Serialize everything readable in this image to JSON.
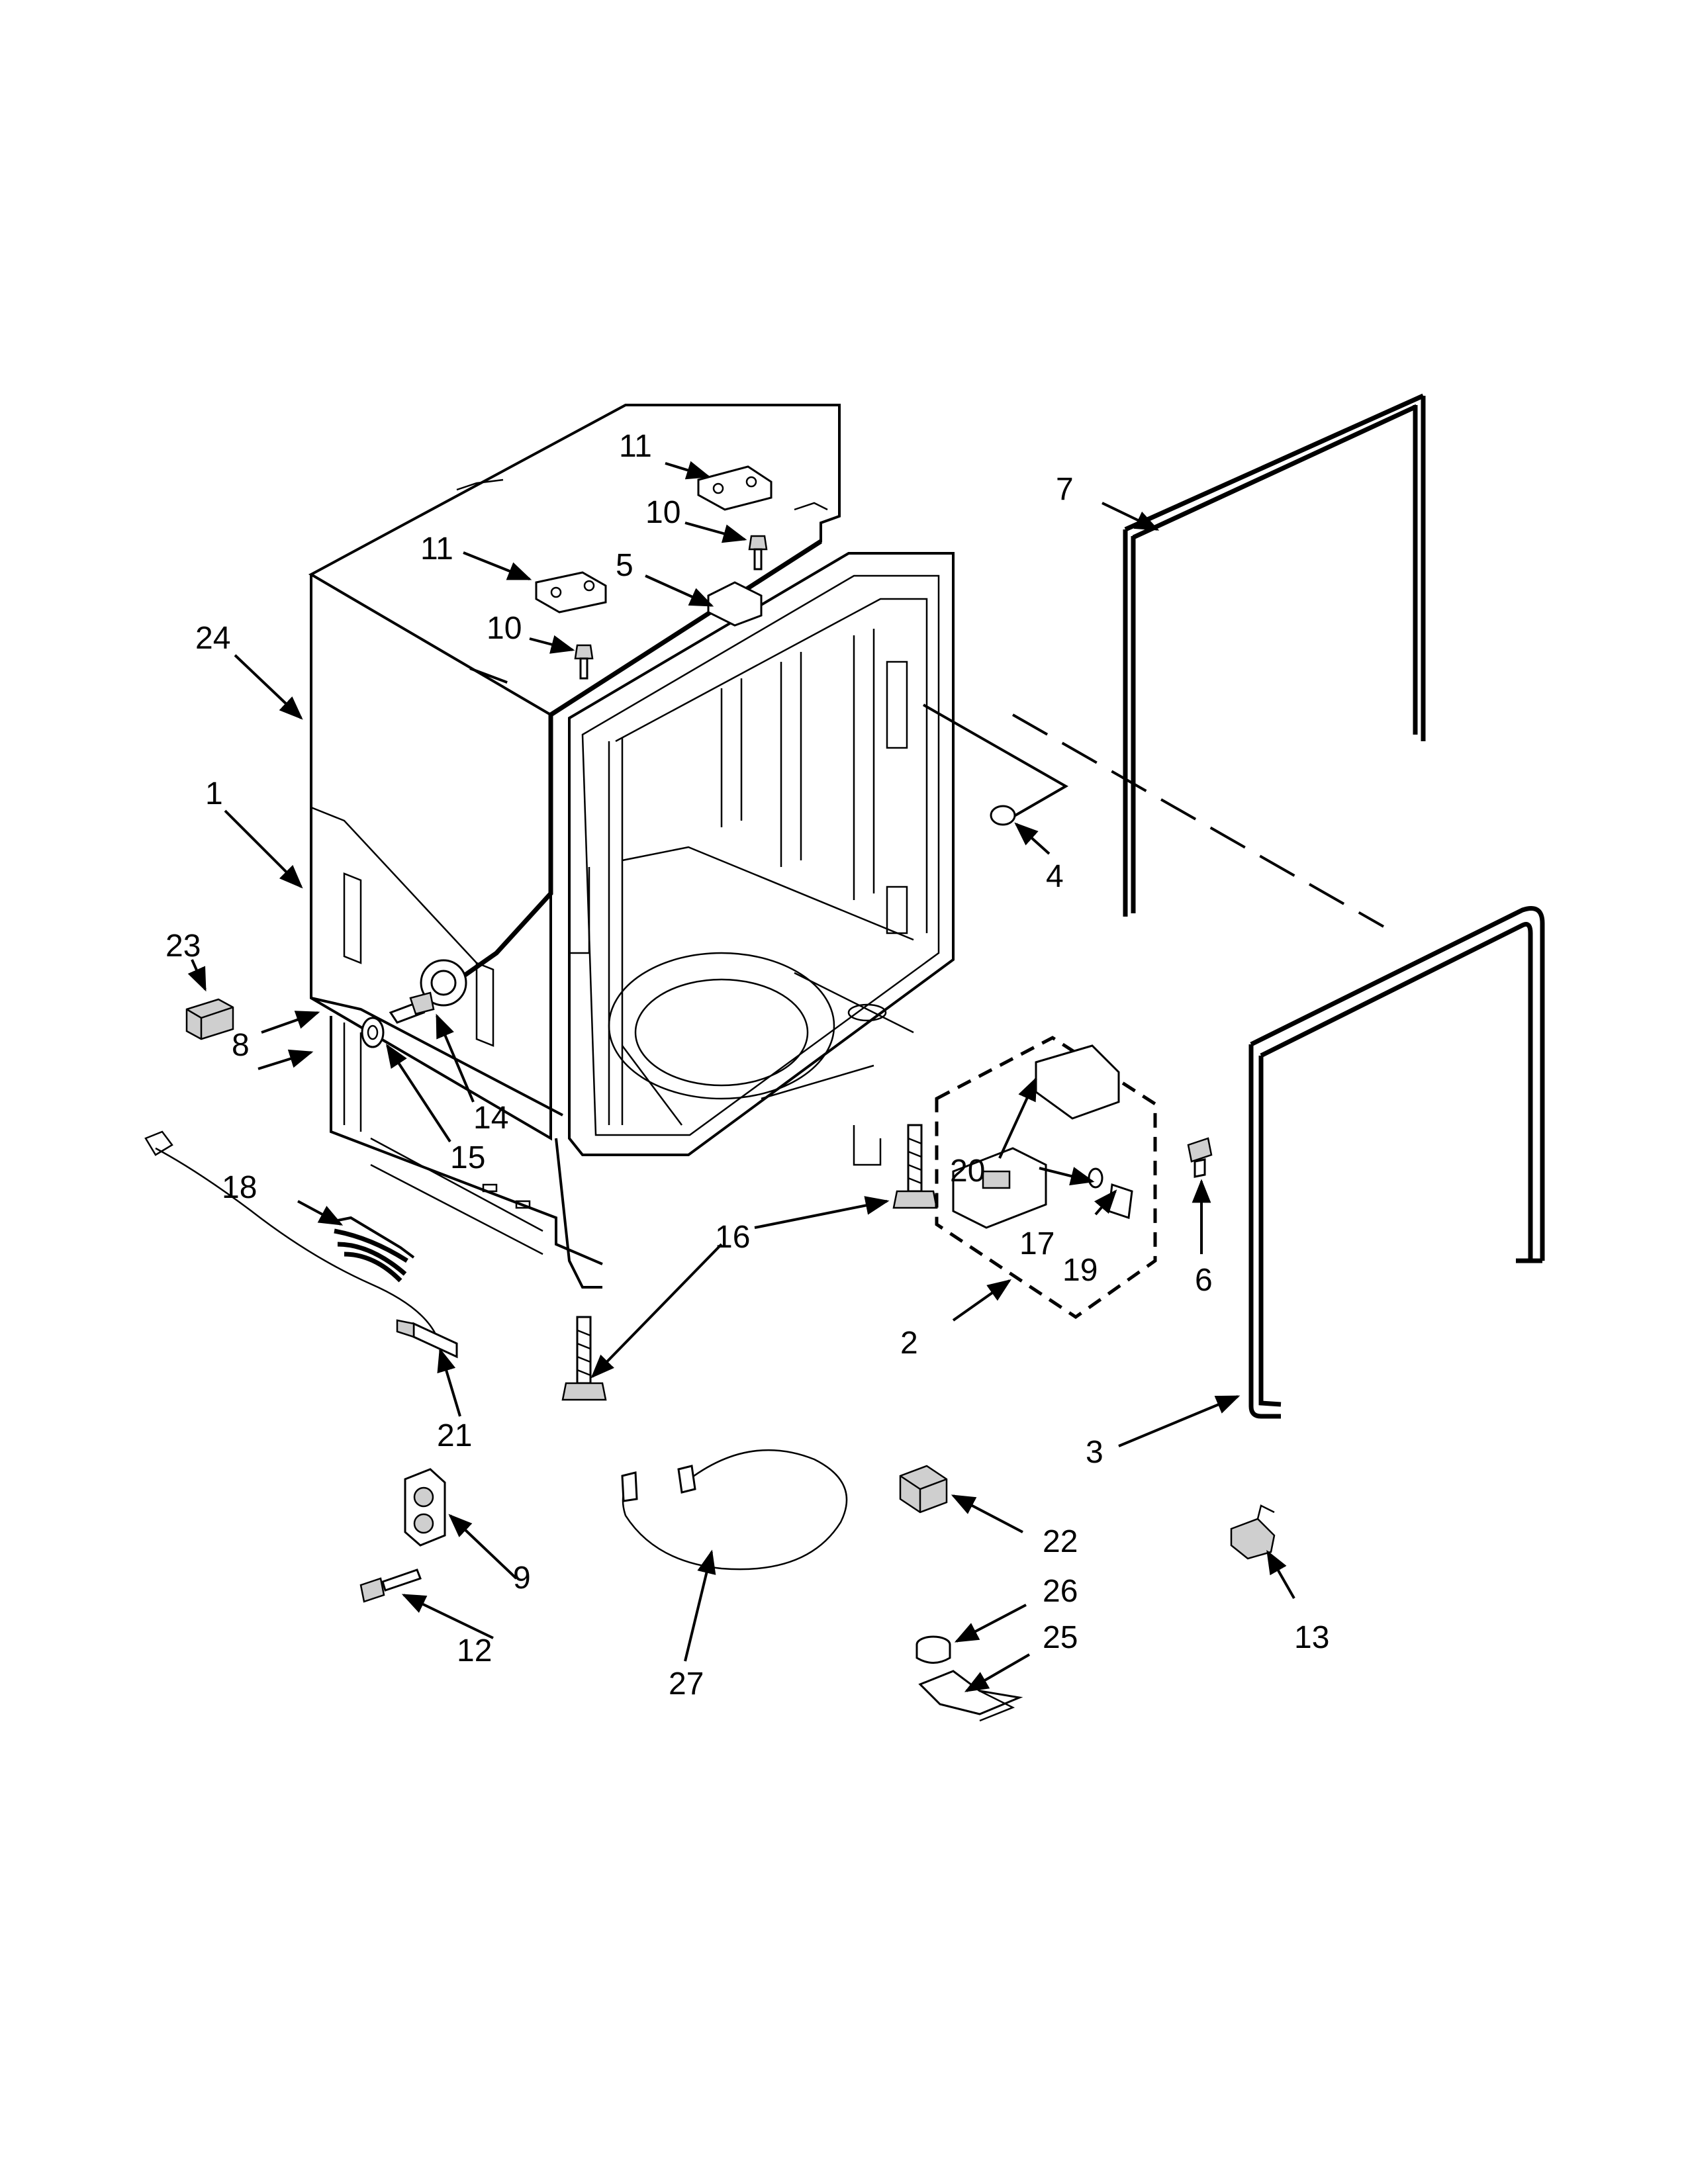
{
  "diagram": {
    "callouts": [
      {
        "id": "c1",
        "label": "1"
      },
      {
        "id": "c2",
        "label": "2"
      },
      {
        "id": "c3",
        "label": "3"
      },
      {
        "id": "c4",
        "label": "4"
      },
      {
        "id": "c5",
        "label": "5"
      },
      {
        "id": "c6",
        "label": "6"
      },
      {
        "id": "c7",
        "label": "7"
      },
      {
        "id": "c8",
        "label": "8"
      },
      {
        "id": "c9",
        "label": "9"
      },
      {
        "id": "c10a",
        "label": "10"
      },
      {
        "id": "c10b",
        "label": "10"
      },
      {
        "id": "c11a",
        "label": "11"
      },
      {
        "id": "c11b",
        "label": "11"
      },
      {
        "id": "c12",
        "label": "12"
      },
      {
        "id": "c13",
        "label": "13"
      },
      {
        "id": "c14",
        "label": "14"
      },
      {
        "id": "c15",
        "label": "15"
      },
      {
        "id": "c16",
        "label": "16"
      },
      {
        "id": "c17",
        "label": "17"
      },
      {
        "id": "c18",
        "label": "18"
      },
      {
        "id": "c19",
        "label": "19"
      },
      {
        "id": "c20",
        "label": "20"
      },
      {
        "id": "c21",
        "label": "21"
      },
      {
        "id": "c22",
        "label": "22"
      },
      {
        "id": "c23",
        "label": "23"
      },
      {
        "id": "c24",
        "label": "24"
      },
      {
        "id": "c25",
        "label": "25"
      },
      {
        "id": "c26",
        "label": "26"
      },
      {
        "id": "c27",
        "label": "27"
      }
    ]
  }
}
